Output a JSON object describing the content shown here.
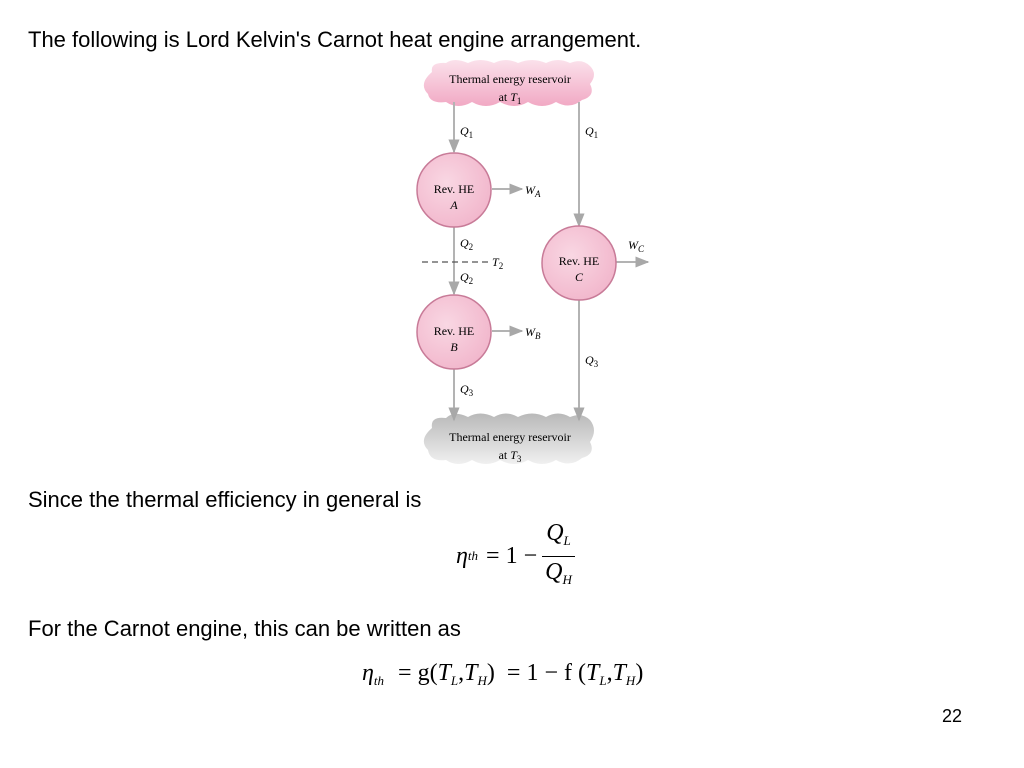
{
  "slide": {
    "intro": "The following is Lord Kelvin's Carnot heat engine arrangement.",
    "since": "Since the thermal efficiency in general is",
    "carnot": "For the Carnot engine, this can be written as",
    "page_number": "22"
  },
  "diagram": {
    "reservoir_top": {
      "line1": "Thermal energy reservoir",
      "line2_prefix": "at ",
      "temp_symbol": "T",
      "temp_sub": "1"
    },
    "reservoir_bottom": {
      "line1": "Thermal energy reservoir",
      "line2_prefix": "at ",
      "temp_symbol": "T",
      "temp_sub": "3"
    },
    "engine_a": {
      "line1": "Rev. HE",
      "line2": "A"
    },
    "engine_b": {
      "line1": "Rev. HE",
      "line2": "B"
    },
    "engine_c": {
      "line1": "Rev. HE",
      "line2": "C"
    },
    "heat_symbol": "Q",
    "work_symbol": "W",
    "temp_symbol": "T",
    "labels": {
      "q1_left": "1",
      "q1_right": "1",
      "q2_upper": "2",
      "q2_lower": "2",
      "q3_left": "3",
      "q3_right": "3",
      "wa": "A",
      "wb": "B",
      "wc": "C",
      "t2": "2"
    },
    "colors": {
      "engine_fill": "#f5c6d6",
      "engine_stroke": "#c87b98",
      "reservoir_top": "#f7c9da",
      "reservoir_bottom": "#cfcfcf",
      "arrow": "#b3b3b3"
    }
  },
  "equations": {
    "eq1": {
      "eta": "η",
      "eta_sub": "th",
      "rhs_prefix": "= 1 −",
      "num_sym": "Q",
      "num_sub": "L",
      "den_sym": "Q",
      "den_sub": "H"
    },
    "eq2": {
      "eta": "η",
      "eta_sub": "th",
      "g_open": "= g(",
      "t": "T",
      "l": "L",
      "comma": ",",
      "h": "H",
      "g_close": ")",
      "mid": "= 1 − f (",
      "f_close": ")"
    }
  }
}
